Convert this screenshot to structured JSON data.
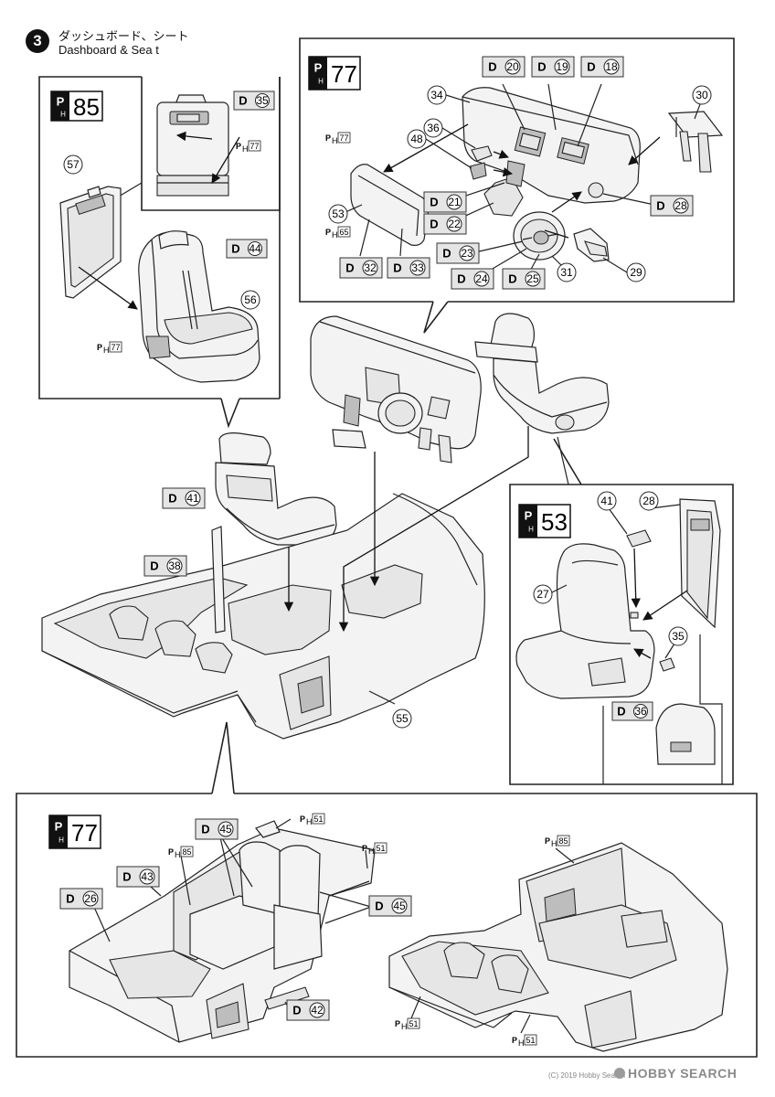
{
  "step": {
    "number": "3",
    "title_jp": "ダッシュボード、シート",
    "title_en": "Dashboard & Sea t"
  },
  "watermark": {
    "text": "HOBBY SEARCH",
    "copyright": "(C) 2019 Hobby Search"
  },
  "ph_main": {
    "ph_85": "85",
    "ph_77": "77",
    "ph_53": "53"
  },
  "ph_small": {
    "p77": "77",
    "p65": "65",
    "p51": "51",
    "p85": "85"
  },
  "dparts": {
    "d35": "35",
    "d44": "44",
    "d20": "20",
    "d19": "19",
    "d18": "18",
    "d21": "21",
    "d22": "22",
    "d28": "28",
    "d23": "23",
    "d32": "32",
    "d33": "33",
    "d24": "24",
    "d25": "25",
    "d41": "41",
    "d38": "38",
    "d36": "36",
    "d45": "45",
    "d43": "43",
    "d26": "26",
    "d42": "42"
  },
  "parts": {
    "p57": "57",
    "p56": "56",
    "p34": "34",
    "p30": "30",
    "p36": "36",
    "p48": "48",
    "p53": "53",
    "p31": "31",
    "p29": "29",
    "p55": "55",
    "p41": "41",
    "p28": "28",
    "p27": "27",
    "p35": "35"
  }
}
